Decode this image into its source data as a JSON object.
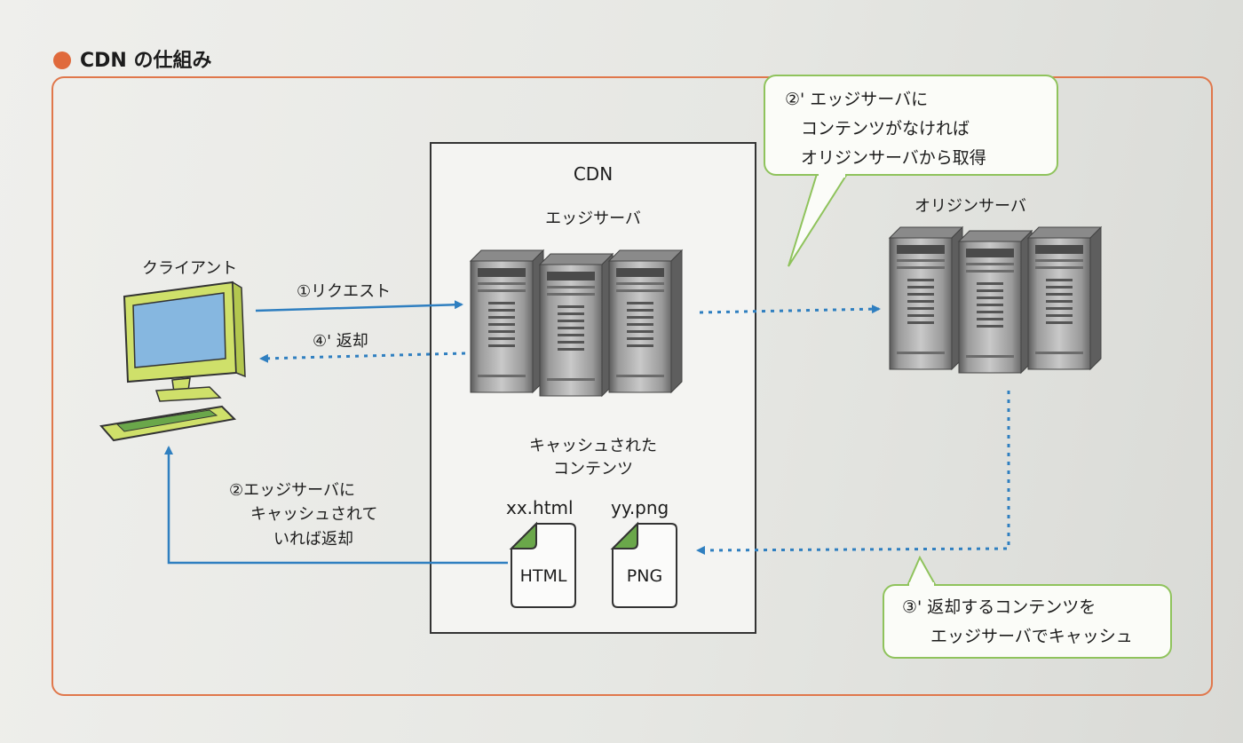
{
  "title": "CDN の仕組み",
  "cdn": {
    "label": "CDN",
    "edge_server_label": "エッジサーバ",
    "cached_label_line1": "キャッシュされた",
    "cached_label_line2": "コンテンツ",
    "files": [
      {
        "name": "xx.html",
        "type": "HTML"
      },
      {
        "name": "yy.png",
        "type": "PNG"
      }
    ]
  },
  "client_label": "クライアント",
  "origin_label": "オリジンサーバ",
  "arrows": {
    "request": "①リクエスト",
    "return_prime": "④' 返却",
    "cached_return_line1": "②エッジサーバに",
    "cached_return_line2": "キャッシュされて",
    "cached_return_line3": "いれば返却"
  },
  "bubbles": {
    "fetch": {
      "line1": "②' エッジサーバに",
      "line2": "コンテンツがなければ",
      "line3": "オリジンサーバから取得"
    },
    "cache": {
      "line1": "③' 返却するコンテンツを",
      "line2": "エッジサーバでキャッシュ"
    }
  },
  "colors": {
    "frame": "#e0774b",
    "arrow": "#2f7fc0",
    "bubble_border": "#8fc35c",
    "monitor_body": "#cfe06a",
    "screen": "#86b7e0",
    "file_fold": "#6aa74a"
  }
}
